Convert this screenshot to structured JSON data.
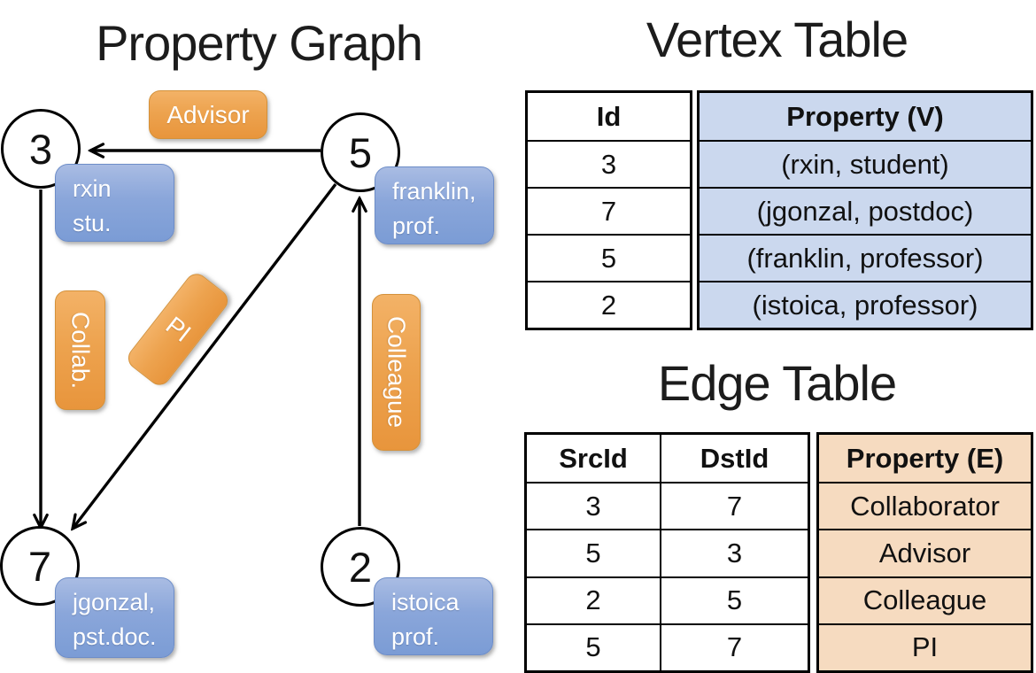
{
  "graph": {
    "title": "Property Graph",
    "nodes": [
      {
        "id": "3"
      },
      {
        "id": "5"
      },
      {
        "id": "7"
      },
      {
        "id": "2"
      }
    ],
    "vertex_boxes": [
      {
        "line1": "rxin",
        "line2": "stu."
      },
      {
        "line1": "franklin,",
        "line2": "prof."
      },
      {
        "line1": "jgonzal,",
        "line2": "pst.doc."
      },
      {
        "line1": "istoica",
        "line2": "prof."
      }
    ],
    "edge_labels": {
      "advisor": "Advisor",
      "collab": "Collab.",
      "pi": "PI",
      "colleague": "Colleague"
    }
  },
  "vertex_table": {
    "title": "Vertex Table",
    "headers": {
      "id": "Id",
      "property": "Property (V)"
    },
    "rows": [
      {
        "id": "3",
        "property": "(rxin, student)"
      },
      {
        "id": "7",
        "property": "(jgonzal, postdoc)"
      },
      {
        "id": "5",
        "property": "(franklin, professor)"
      },
      {
        "id": "2",
        "property": "(istoica, professor)"
      }
    ]
  },
  "edge_table": {
    "title": "Edge Table",
    "headers": {
      "src": "SrcId",
      "dst": "DstId",
      "property": "Property (E)"
    },
    "rows": [
      {
        "src": "3",
        "dst": "7",
        "property": "Collaborator"
      },
      {
        "src": "5",
        "dst": "3",
        "property": "Advisor"
      },
      {
        "src": "2",
        "dst": "5",
        "property": "Colleague"
      },
      {
        "src": "5",
        "dst": "7",
        "property": "PI"
      }
    ]
  },
  "colors": {
    "edge_label_orange": "#eda34f",
    "vertex_box_blue": "#8aa6da",
    "vertex_table_fill": "#cbd8ee",
    "edge_table_fill": "#f6dbc0",
    "line_black": "#000000"
  }
}
